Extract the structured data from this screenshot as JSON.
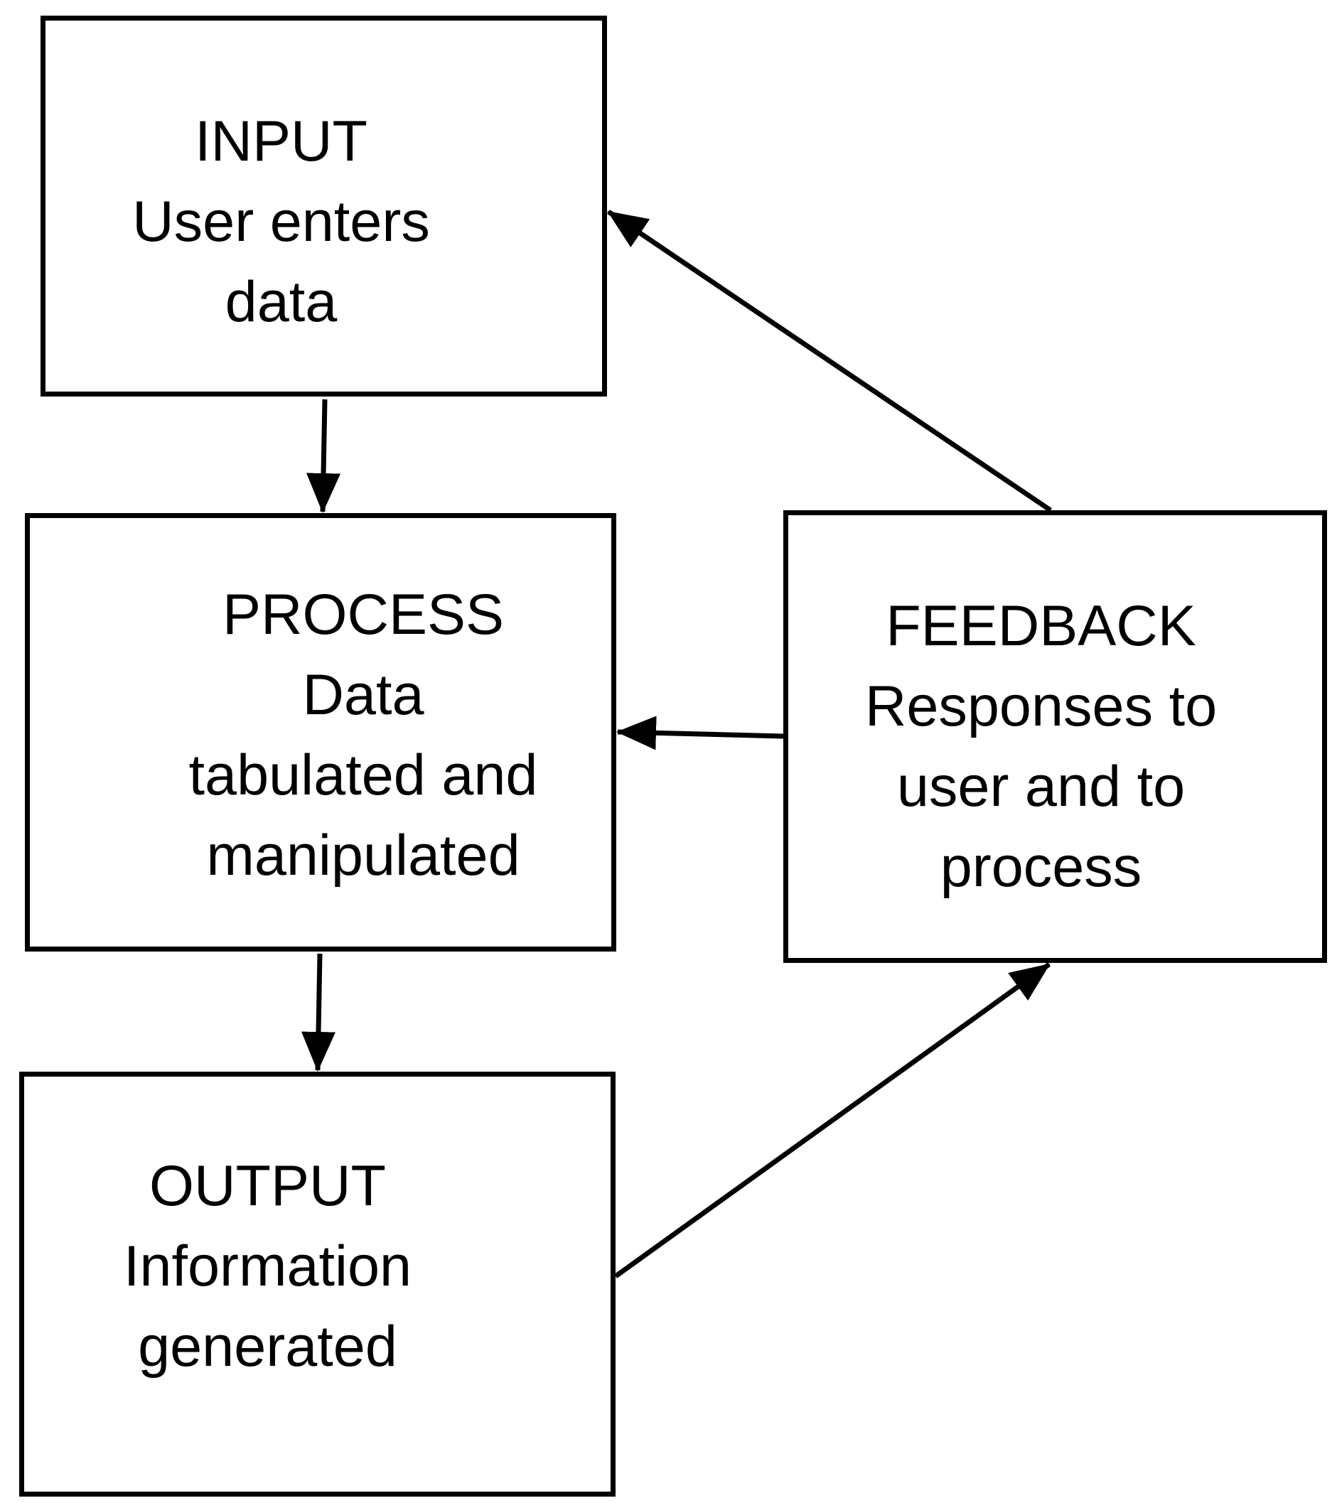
{
  "diagram": {
    "boxes": {
      "input": {
        "lines": [
          "INPUT",
          "User enters",
          "data"
        ]
      },
      "process": {
        "lines": [
          "PROCESS",
          "Data",
          "tabulated and",
          "manipulated"
        ]
      },
      "output": {
        "lines": [
          "OUTPUT",
          "Information",
          "generated"
        ]
      },
      "feedback": {
        "lines": [
          "FEEDBACK",
          "Responses to",
          "user and to",
          "process"
        ]
      }
    },
    "edges": [
      {
        "from": "input",
        "to": "process"
      },
      {
        "from": "process",
        "to": "output"
      },
      {
        "from": "output",
        "to": "feedback"
      },
      {
        "from": "feedback",
        "to": "process"
      },
      {
        "from": "feedback",
        "to": "input"
      }
    ],
    "colors": {
      "stroke": "#000000",
      "background": "#ffffff"
    }
  }
}
